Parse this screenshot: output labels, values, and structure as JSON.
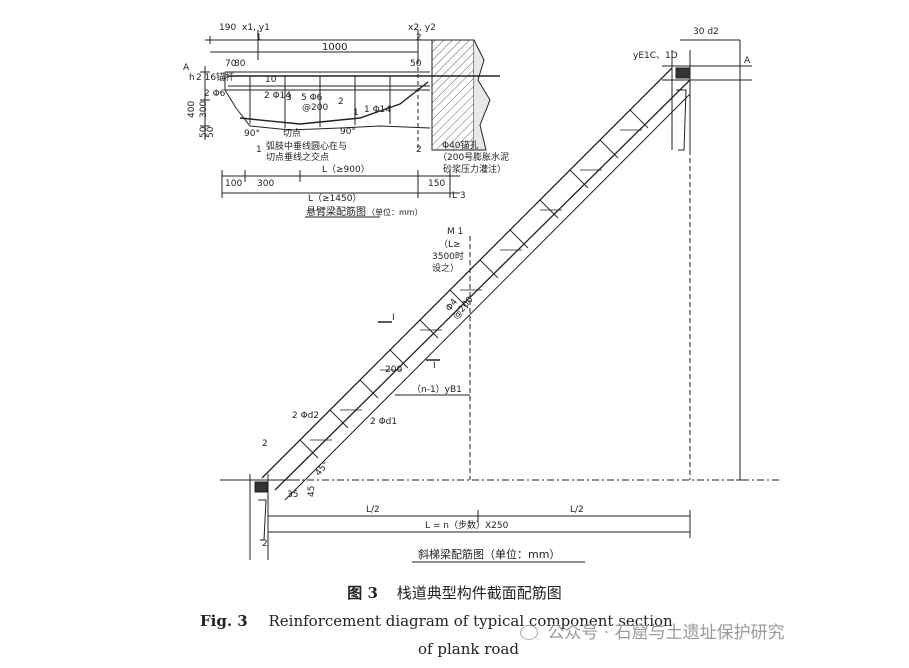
{
  "cantilever": {
    "lbl_190": "190",
    "lbl_x1y1": "x1, y1",
    "lbl_1": "1",
    "lbl_1000": "1000",
    "lbl_x2y2": "x2, y2",
    "lbl_50": "50",
    "lbl_70": "70",
    "lbl_80": "80",
    "lbl_2": "2",
    "lbl_A": "A",
    "lbl_h": "h",
    "lbl_anchor": "2 16锚杆",
    "lbl_2phi6": "2 Φ6",
    "lbl_2phi14": "2 Φ14",
    "lbl_3": "3",
    "lbl_5phi6": "5 Φ6",
    "lbl_at200": "@200",
    "lbl_circ2": "2",
    "lbl_1phi14": "1 Φ14",
    "lbl_circ1": "1",
    "lbl_10": "10",
    "lbl_400": "400",
    "lbl_300": "300",
    "lbl_50v": "50",
    "lbl_50v2": "50",
    "lbl_90deg": "90°",
    "lbl_tangent": "切点",
    "lbl_90deg2": "90°",
    "lbl_arc_note1": "弧肢中垂线圆心在与",
    "lbl_arc_note2": "切点垂线之交点",
    "lbl_1b": "1",
    "lbl_2b": "2",
    "lbl_hole1": "Φ40锚孔",
    "lbl_hole2": "（200号膨胀水泥",
    "lbl_hole3": "砂浆压力灌注）",
    "lbl_L900": "L（≥900）",
    "lbl_100": "100",
    "lbl_300b": "300",
    "lbl_150": "150",
    "lbl_L1450": "L（≥1450）",
    "lbl_L3": "L 3",
    "title": "悬臂梁配筋图",
    "unit": "（单位：mm）"
  },
  "stair": {
    "lbl_30d2": "30 d2",
    "lbl_yE1C": "yE1C、1D",
    "lbl_A": "A",
    "lbl_M1": "M 1",
    "lbl_L3500a": "（L≥",
    "lbl_L3500b": "3500时",
    "lbl_L3500c": "设之）",
    "lbl_I1": "I",
    "lbl_phi4": "Φ4",
    "lbl_at200": "@200",
    "lbl_I2": "I",
    "lbl_200": "200",
    "lbl_yB1": "（n-1）yB1",
    "lbl_2phid2": "2 Φd2",
    "lbl_2phid1": "2 Φd1",
    "lbl_2top": "2",
    "lbl_45deg": "45°",
    "lbl_35": "35",
    "lbl_45": "45",
    "lbl_L2a": "L/2",
    "lbl_L2b": "L/2",
    "lbl_Lsteps": "L = n（步数）X250",
    "lbl_2bot": "2",
    "title": "斜梯梁配筋图（单位：mm）"
  },
  "caption": {
    "cn_num": "图 3",
    "cn_text": "栈道典型构件截面配筋图",
    "en_num": "Fig. 3",
    "en_text_1": "Reinforcement diagram of typical component section",
    "en_text_2": "of plank road"
  },
  "watermark": {
    "text": "公众号 · 石窟与土遗址保护研究"
  }
}
